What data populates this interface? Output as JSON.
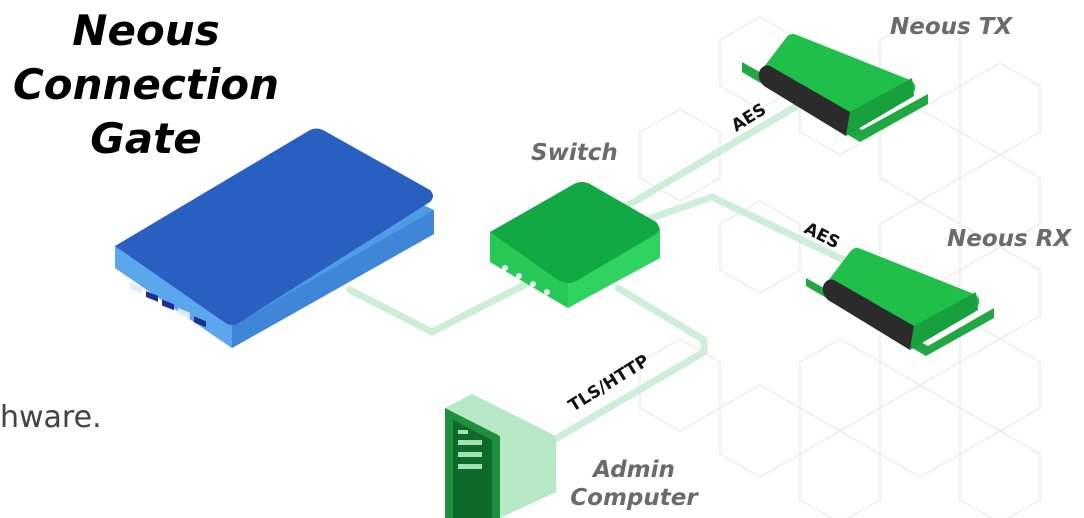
{
  "title_lines": [
    "Neous",
    "Connection",
    "Gate"
  ],
  "partial_text": "hware.",
  "nodes": {
    "switch": "Switch",
    "tx": "Neous TX",
    "rx": "Neous RX",
    "admin_line1": "Admin",
    "admin_line2": "Computer"
  },
  "links": {
    "aes_tx": "AES",
    "aes_rx": "AES",
    "tls": "TLS/HTTP"
  },
  "colors": {
    "gate_blue": "#2a5fc2",
    "device_green": "#16b24a",
    "link_green": "#cdeed8",
    "label_gray": "#6b6b6b"
  }
}
